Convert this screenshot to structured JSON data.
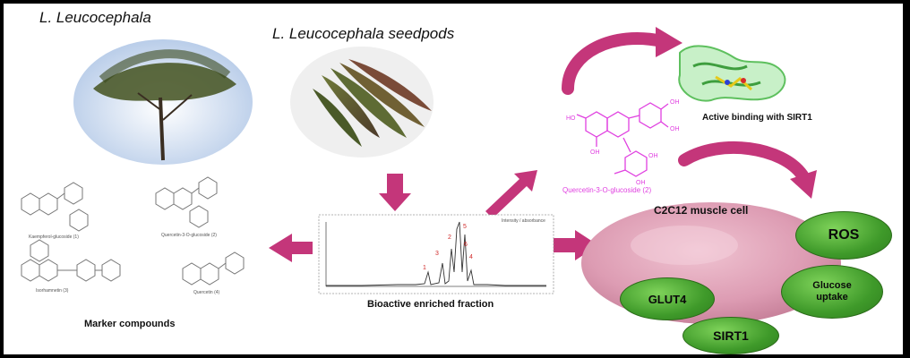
{
  "labels": {
    "plant_title": "L. Leucocephala",
    "seedpods_title": "L. Leucocephala seedpods",
    "active_binding": "Active binding with SIRT1",
    "compound_name": "Quercetin-3-O-glucoside (2)",
    "cell_title": "C2C12 muscle cell",
    "fraction_title": "Bioactive enriched fraction",
    "marker_title": "Marker compounds",
    "chromatogram_legend": "Intensity / absorbance",
    "peak_labels": [
      "1",
      "2",
      "3",
      "4",
      "5",
      "6"
    ],
    "marker_structures": [
      "Kaempferol-glucoside (1)",
      "Quercetin-3-O-glucoside (2)",
      "Isorhamnetin (3)",
      "Quercetin (4)"
    ]
  },
  "effects": {
    "ros": "ROS",
    "glucose_line1": "Glucose",
    "glucose_line2": "uptake",
    "glut4": "GLUT4",
    "sirt1": "SIRT1"
  },
  "colors": {
    "arrow": "#c4367a",
    "compound": "#e040e0",
    "ellipse_green": "#4caf35",
    "cell": "#e3a3b8"
  }
}
